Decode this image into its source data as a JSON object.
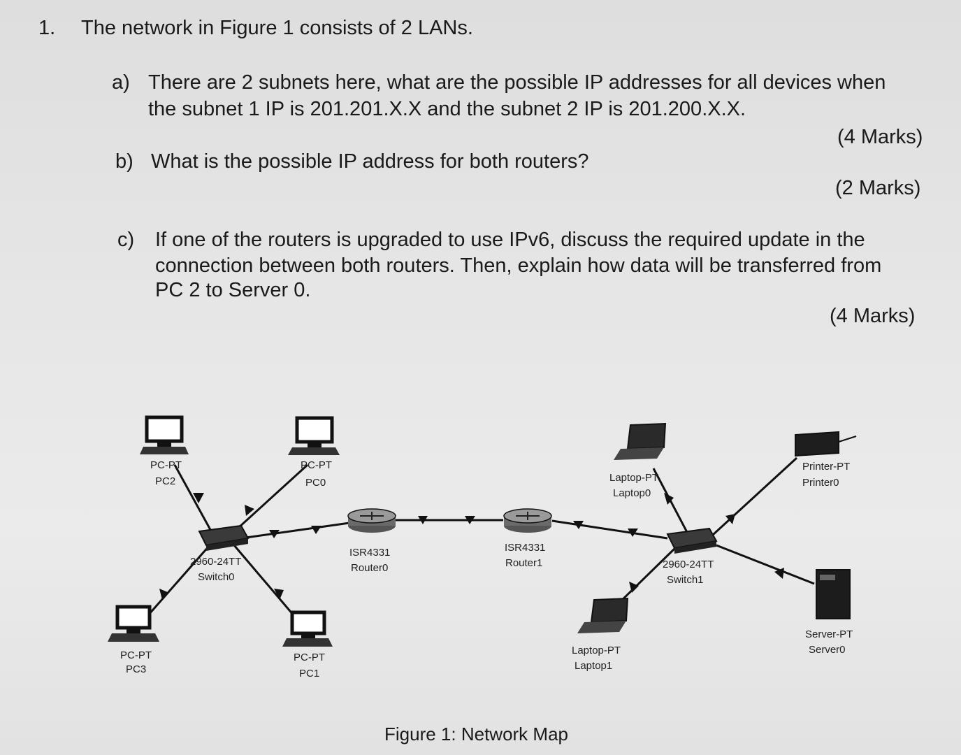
{
  "question": {
    "number": "1.",
    "title": "The network in Figure 1 consists of 2 LANs.",
    "parts": [
      {
        "label": "a)",
        "lines": [
          "There are 2 subnets here, what are the possible IP addresses for all devices when",
          "the subnet 1 IP is 201.201.X.X and the subnet 2 IP is 201.200.X.X."
        ],
        "marks": "(4 Marks)"
      },
      {
        "label": "b)",
        "lines": [
          "What is the possible IP address for both routers?"
        ],
        "marks": "(2 Marks)"
      },
      {
        "label": "c)",
        "lines": [
          "If one of the routers is upgraded to use IPv6, discuss the required update in the",
          "connection between both routers. Then, explain how data will be transferred from",
          "PC 2 to Server 0."
        ],
        "marks": "(4 Marks)"
      }
    ]
  },
  "figure": {
    "caption": "Figure 1: Network Map",
    "devices": {
      "pc2": {
        "type": "PC-PT",
        "name": "PC2"
      },
      "pc0": {
        "type": "PC-PT",
        "name": "PC0"
      },
      "pc3": {
        "type": "PC-PT",
        "name": "PC3"
      },
      "pc1": {
        "type": "PC-PT",
        "name": "PC1"
      },
      "switch0": {
        "type": "2960-24TT",
        "name": "Switch0"
      },
      "router0": {
        "type": "ISR4331",
        "name": "Router0"
      },
      "router1": {
        "type": "ISR4331",
        "name": "Router1"
      },
      "laptop0": {
        "type": "Laptop-PT",
        "name": "Laptop0"
      },
      "laptop1": {
        "type": "Laptop-PT",
        "name": "Laptop1"
      },
      "switch1": {
        "type": "2960-24TT",
        "name": "Switch1"
      },
      "printer0": {
        "type": "Printer-PT",
        "name": "Printer0"
      },
      "server0": {
        "type": "Server-PT",
        "name": "Server0"
      }
    }
  }
}
